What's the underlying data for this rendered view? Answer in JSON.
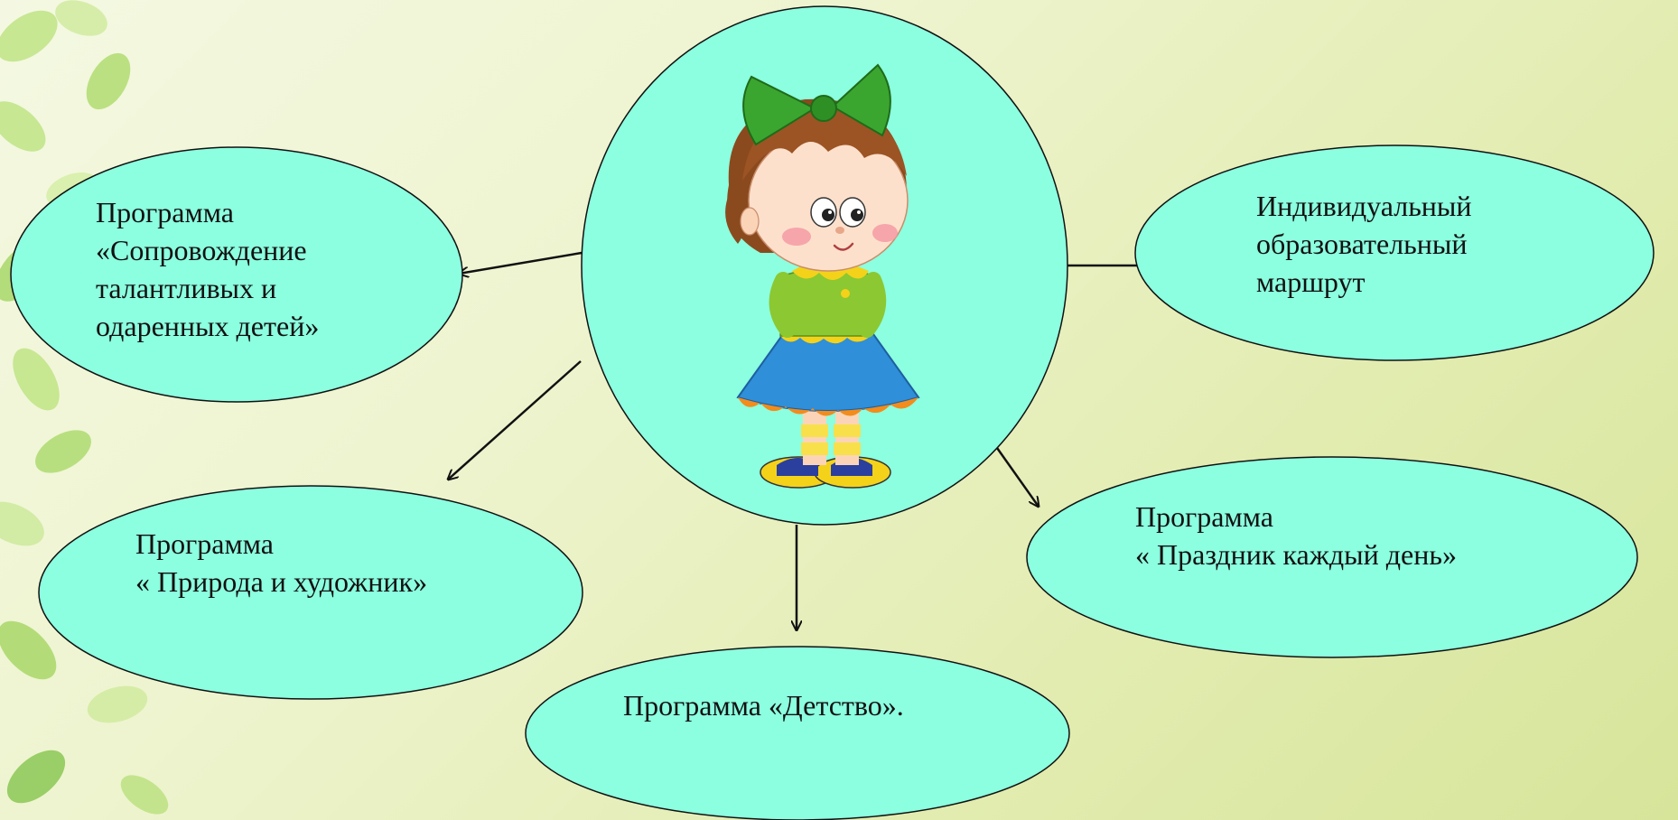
{
  "colors": {
    "node_fill": "#8cffe0",
    "node_stroke": "#111111",
    "arrow": "#111111",
    "leaf": "#a8d86a"
  },
  "center": {
    "image": "cartoon-girl-with-green-bow"
  },
  "nodes": [
    {
      "id": "talented",
      "lines": [
        "Программа",
        "«Сопровождение",
        "талантливых и",
        "одаренных детей»"
      ]
    },
    {
      "id": "route",
      "lines": [
        "Индивидуальный",
        "образовательный",
        "маршрут"
      ]
    },
    {
      "id": "nature",
      "lines": [
        "Программа",
        "« Природа и художник»"
      ]
    },
    {
      "id": "holiday",
      "lines": [
        "Программа",
        "« Праздник каждый день»"
      ]
    },
    {
      "id": "childhood",
      "lines": [
        "Программа «Детство»."
      ]
    }
  ]
}
